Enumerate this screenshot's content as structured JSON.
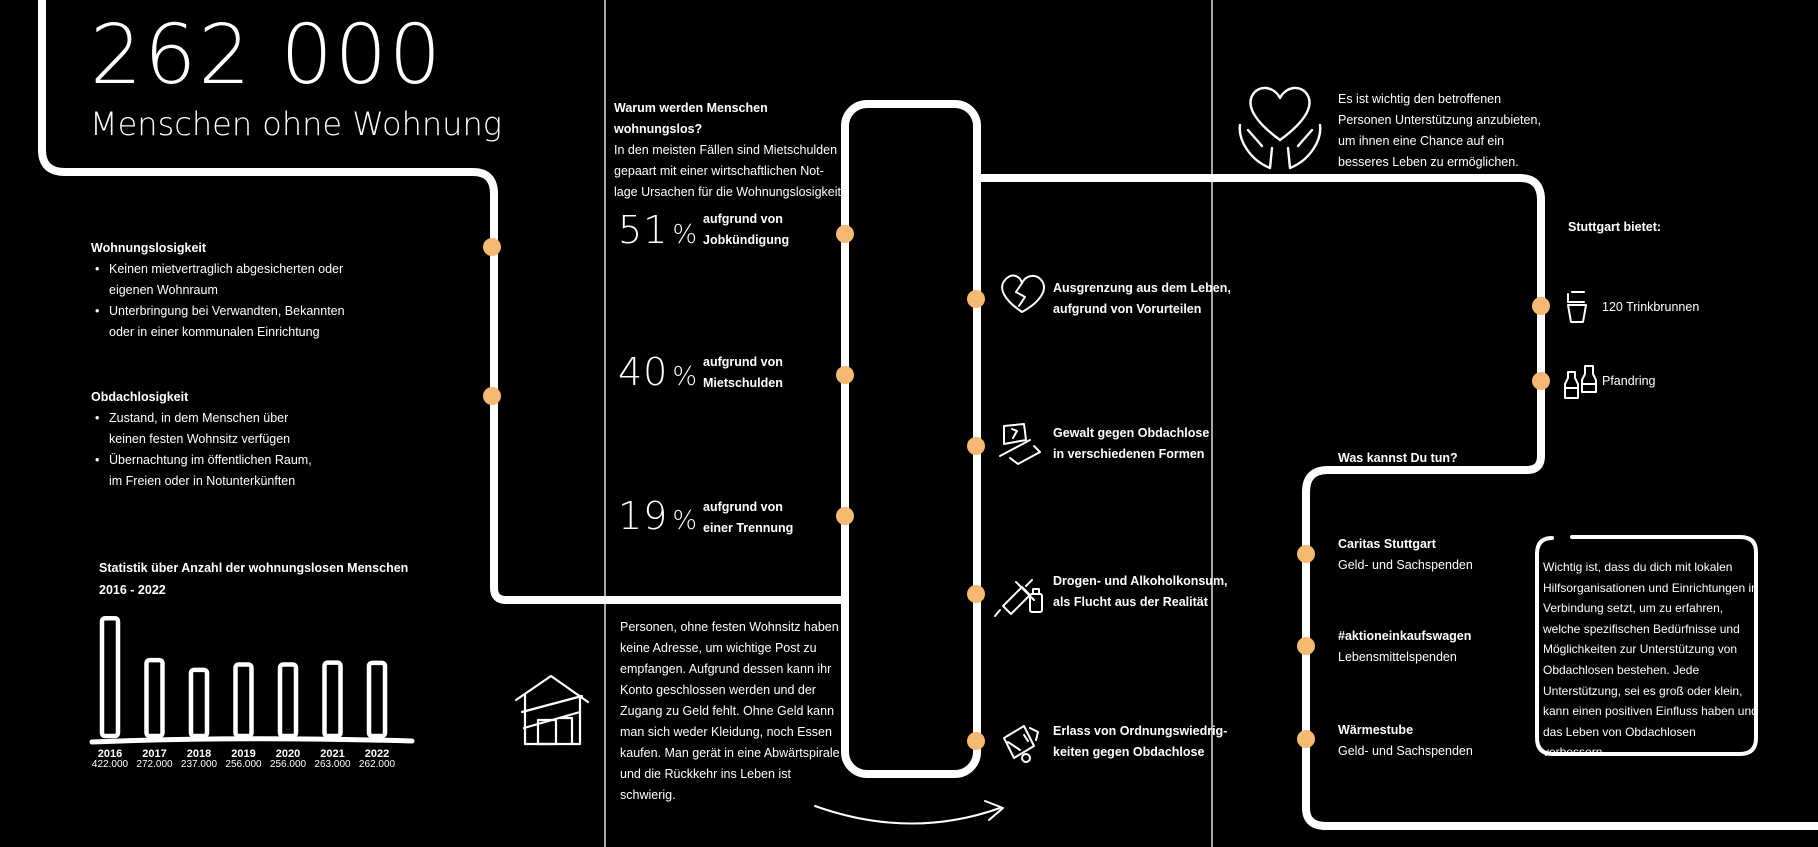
{
  "headline": {
    "number": "262 000",
    "subtitle": "Menschen ohne Wohnung"
  },
  "definitions": {
    "wohnungslos": {
      "title": "Wohnungslosigkeit",
      "items": [
        "Keinen mietvertraglich abgesicherten oder eigenen Wohnraum",
        "Unterbringung bei Verwandten, Bekannten oder in einer kommunalen Einrichtung"
      ]
    },
    "obdachlos": {
      "title": "Obdachlosigkeit",
      "items": [
        "Zustand, in dem Menschen über keinen festen Wohnsitz verfügen",
        "Übernachtung im öffentlichen Raum, im Freien oder in Notunterkünften"
      ]
    }
  },
  "chart_data": {
    "type": "bar",
    "title": "Statistik über Anzahl der wohnungslosen Menschen",
    "subtitle": "2016 - 2022",
    "categories": [
      "2016",
      "2017",
      "2018",
      "2019",
      "2020",
      "2021",
      "2022"
    ],
    "values": [
      422000,
      272000,
      237000,
      256000,
      256000,
      263000,
      262000
    ],
    "value_labels": [
      "422.000",
      "272.000",
      "237.000",
      "256.000",
      "256.000",
      "263.000",
      "262.000"
    ],
    "ylim": [
      0,
      430000
    ]
  },
  "causes": {
    "question": "Warum werden Menschen wohnungslos?",
    "intro_lines": [
      "In den meisten Fällen sind Mietschulden",
      "gepaart mit einer wirtschaftlichen Not-",
      "lage Ursachen für die Wohnungslosigkeit."
    ],
    "stats": [
      {
        "pct": "51",
        "unit": "%",
        "line1": "aufgrund von",
        "line2": "Jobkündigung"
      },
      {
        "pct": "40",
        "unit": "%",
        "line1": "aufgrund von",
        "line2": "Mietschulden"
      },
      {
        "pct": "19",
        "unit": "%",
        "line1": "aufgrund von",
        "line2": "einer Trennung"
      }
    ]
  },
  "consequence": {
    "lines": [
      "Personen, ohne festen Wohnsitz haben",
      "keine Adresse, um wichtige Post zu",
      "empfangen. Aufgrund dessen kann ihr",
      "Konto geschlossen werden und der",
      "Zugang zu Geld fehlt. Ohne Geld kann",
      "man sich weder Kleidung, noch Essen",
      "kaufen. Man gerät in eine Abwärtspirale",
      "und die Rückkehr ins Leben ist schwierig."
    ]
  },
  "problems": [
    {
      "icon": "broken-heart-icon",
      "line1": "Ausgrenzung aus dem Leben,",
      "line2": "aufgrund von Vorurteilen"
    },
    {
      "icon": "violence-icon",
      "line1": "Gewalt gegen Obdachlose",
      "line2": "in verschiedenen Formen"
    },
    {
      "icon": "drugs-alcohol-icon",
      "line1": "Drogen- und Alkoholkonsum,",
      "line2": "als Flucht aus der Realität"
    },
    {
      "icon": "fine-icon",
      "line1": "Erlass von Ordnungswiedrig-",
      "line2": "keiten gegen Obdachlose"
    }
  ],
  "support": {
    "lines": [
      "Es ist wichtig den betroffenen",
      "Personen Unterstützung anzubieten,",
      "um ihnen eine Chance auf ein",
      "besseres Leben zu ermöglichen."
    ]
  },
  "stuttgart": {
    "title": "Stuttgart bietet:",
    "items": [
      {
        "icon": "fountain-cup-icon",
        "label": "120 Trinkbrunnen"
      },
      {
        "icon": "bottles-icon",
        "label": "Pfandring"
      }
    ]
  },
  "help": {
    "question": "Was kannst Du tun?",
    "orgs": [
      {
        "name": "Caritas Stuttgart",
        "desc": "Geld- und Sachspenden"
      },
      {
        "name": "#aktioneinkaufswagen",
        "desc": "Lebensmittelspenden"
      },
      {
        "name": "Wärmestube",
        "desc": "Geld- und Sachspenden"
      }
    ],
    "note_lines": [
      "Wichtig ist, dass du dich mit lokalen",
      "Hilfsorganisationen und Einrichtungen in",
      "Verbindung setzt, um zu erfahren,",
      "welche spezifischen Bedürfnisse und",
      "Möglichkeiten zur Unterstützung von",
      "Obdachlosen bestehen. Jede",
      "Unterstützung, sei es groß oder klein,",
      "kann einen  positiven Einfluss haben und",
      "das Leben von Obdachlosen verbessern"
    ]
  },
  "colors": {
    "background": "#000000",
    "line": "#ffffff",
    "dot": "#f5b971"
  }
}
